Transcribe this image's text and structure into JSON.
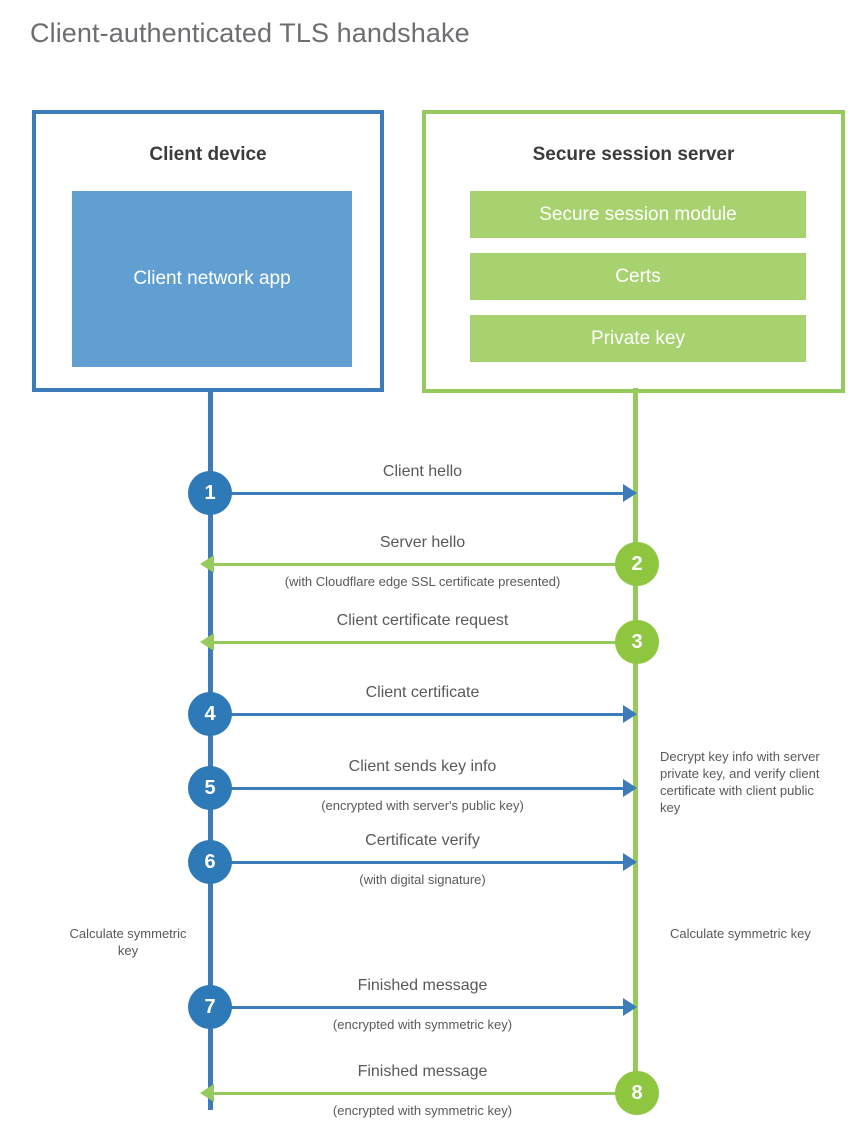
{
  "title": "Client-authenticated TLS handshake",
  "colors": {
    "client_blue": "#3d7cba",
    "client_app_blue": "#619fd3",
    "step_blue": "#2e7ab8",
    "server_green": "#97ca5c",
    "server_item_green": "#a8d16f",
    "step_green": "#8ec63f",
    "text_gray": "#58595b",
    "title_gray": "#6d6e71"
  },
  "client": {
    "title": "Client device",
    "app_label": "Client network app"
  },
  "server": {
    "title": "Secure session server",
    "items": [
      {
        "label": "Secure session module"
      },
      {
        "label": "Certs"
      },
      {
        "label": "Private key"
      }
    ]
  },
  "notes": {
    "server_decrypt": "Decrypt key info with server private key, and verify client certificate with client public key",
    "client_calc": "Calculate symmetric key",
    "server_calc": "Calculate symmetric key"
  },
  "steps": [
    {
      "number": "1",
      "label": "Client hello",
      "sub": "",
      "direction": "right",
      "color": "blue"
    },
    {
      "number": "2",
      "label": "Server hello",
      "sub": "(with Cloudflare edge SSL certificate presented)",
      "direction": "left",
      "color": "green"
    },
    {
      "number": "3",
      "label": "Client certificate request",
      "sub": "",
      "direction": "left",
      "color": "green"
    },
    {
      "number": "4",
      "label": "Client certificate",
      "sub": "",
      "direction": "right",
      "color": "blue"
    },
    {
      "number": "5",
      "label": "Client sends key info",
      "sub": "(encrypted with server's public key)",
      "direction": "right",
      "color": "blue"
    },
    {
      "number": "6",
      "label": "Certificate verify",
      "sub": "(with digital signature)",
      "direction": "right",
      "color": "blue"
    },
    {
      "number": "7",
      "label": "Finished message",
      "sub": "(encrypted with symmetric key)",
      "direction": "right",
      "color": "blue"
    },
    {
      "number": "8",
      "label": "Finished message",
      "sub": "(encrypted with symmetric key)",
      "direction": "left",
      "color": "green"
    }
  ]
}
